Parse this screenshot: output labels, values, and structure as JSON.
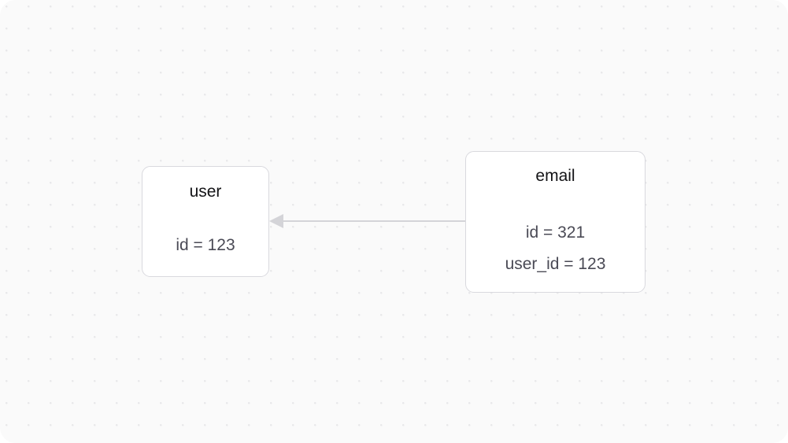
{
  "canvas": {
    "background_color": "#fafafa",
    "dot_color": "#e8e8ea",
    "page_background": "#ffffff"
  },
  "diagram": {
    "type": "entity-relationship",
    "nodes": [
      {
        "id": "user",
        "title": "user",
        "attributes": [
          "id = 123"
        ]
      },
      {
        "id": "email",
        "title": "email",
        "attributes": [
          "id = 321",
          "user_id = 123"
        ]
      }
    ],
    "edges": [
      {
        "id": "email-to-user",
        "from": "email",
        "to": "user",
        "label": "",
        "arrowhead": "triangle",
        "color": "#d4d4d8"
      }
    ]
  },
  "colors": {
    "node_border": "#d9d9de",
    "node_fill": "#ffffff",
    "title_text": "#131316",
    "attribute_text": "#4a4a55",
    "edge": "#d4d4d8"
  }
}
